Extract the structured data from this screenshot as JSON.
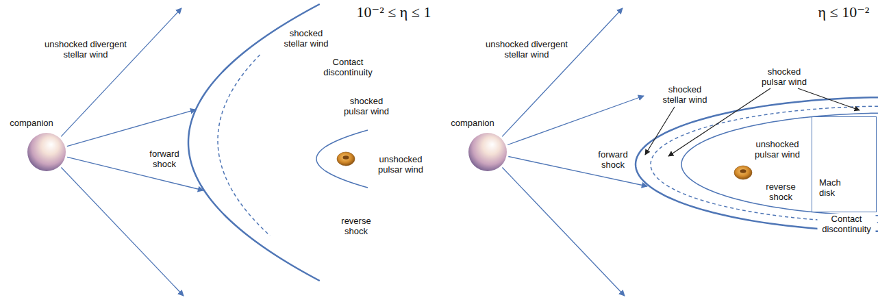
{
  "diagram": {
    "nodes": [
      {
        "text": [
          "companion"
        ]
      },
      {
        "text": [
          "companion"
        ]
      },
      {
        "text": [
          "Mach disk"
        ]
      }
    ],
    "labels": [
      "10⁻² ≤ η ≤ 1",
      "unshocked divergent stellar wind",
      "shocked stellar wind",
      "Contact discontinuity",
      "shocked pulsar wind",
      "forward shock",
      "unshocked pulsar wind",
      "reverse shock",
      "η ≤ 10⁻²",
      "unshocked divergent stellar wind",
      "shocked stellar wind",
      "shocked pulsar wind",
      "unshocked pulsar wind",
      "forward shock",
      "reverse shock",
      "Contact discontinuity"
    ]
  }
}
